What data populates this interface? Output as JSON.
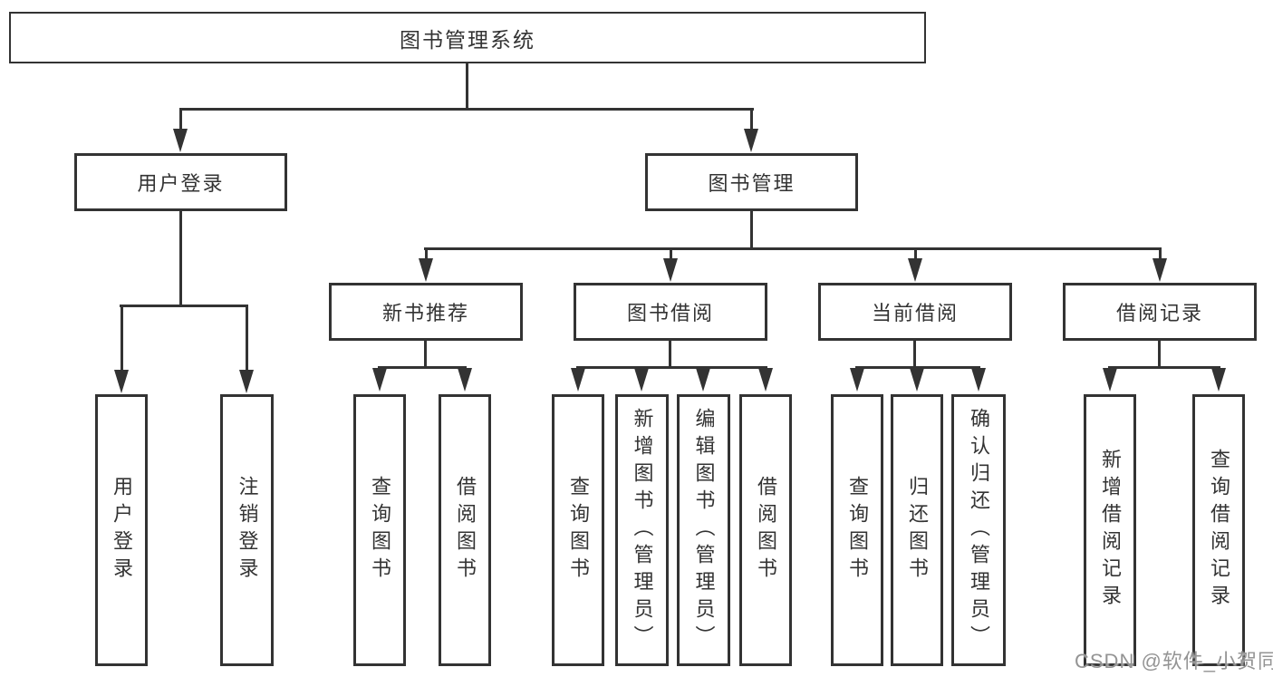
{
  "diagram_title": "图书管理系统",
  "nodes": {
    "root": "图书管理系统",
    "userLogin": {
      "label": "用户登录",
      "children": [
        "用户登录",
        "注销登录"
      ]
    },
    "bookMgmt": {
      "label": "图书管理",
      "newBookRec": {
        "label": "新书推荐",
        "children": [
          "查询图书",
          "借阅图书"
        ]
      },
      "bookBorrow": {
        "label": "图书借阅",
        "children": [
          "查询图书",
          "新增图书（管理员）",
          "编辑图书（管理员）",
          "借阅图书"
        ]
      },
      "currentBorrow": {
        "label": "当前借阅",
        "children": [
          "查询图书",
          "归还图书",
          "确认归还（管理员）"
        ]
      },
      "borrowRecords": {
        "label": "借阅记录",
        "children": [
          "新增借阅记录",
          "查询借阅记录"
        ]
      }
    }
  },
  "watermark": "CSDN @软件_小贺同学",
  "colors": {
    "line": "#333333",
    "text": "#333333",
    "background": "#ffffff",
    "watermark": "#949494"
  }
}
